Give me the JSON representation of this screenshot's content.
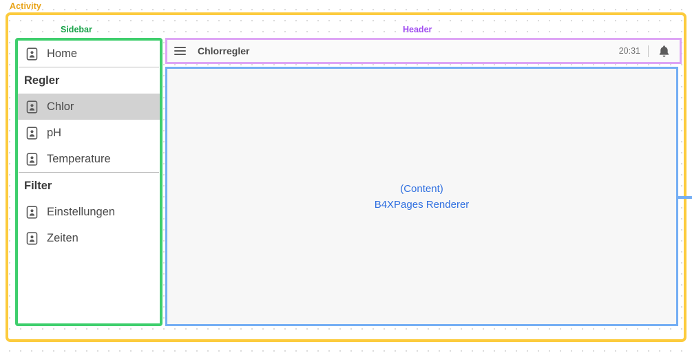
{
  "annotations": {
    "activity": {
      "label": "Activity",
      "color": "#e8a317",
      "frame_color": "#fccb3d"
    },
    "sidebar": {
      "label": "Sidebar",
      "color": "#19a349",
      "frame_color": "#3ece6c"
    },
    "header": {
      "label": "Header",
      "color": "#a04cf0",
      "frame_color": "#dda4f5"
    },
    "content": {
      "frame_color": "#74aef4"
    }
  },
  "sidebar": {
    "items": [
      {
        "type": "item",
        "label": "Home",
        "icon": "contact-card-icon",
        "selected": false
      },
      {
        "type": "separator"
      },
      {
        "type": "header",
        "label": "Regler"
      },
      {
        "type": "item",
        "label": "Chlor",
        "icon": "contact-card-icon",
        "selected": true
      },
      {
        "type": "item",
        "label": "pH",
        "icon": "contact-card-icon",
        "selected": false
      },
      {
        "type": "item",
        "label": "Temperature",
        "icon": "contact-card-icon",
        "selected": false
      },
      {
        "type": "separator"
      },
      {
        "type": "header",
        "label": "Filter"
      },
      {
        "type": "item",
        "label": "Einstellungen",
        "icon": "contact-card-icon",
        "selected": false
      },
      {
        "type": "item",
        "label": "Zeiten",
        "icon": "contact-card-icon",
        "selected": false
      }
    ],
    "selected_color": "#d2d2d2"
  },
  "header": {
    "menu_icon": "hamburger-icon",
    "title": "Chlorregler",
    "time": "20:31",
    "notification_icon": "bell-icon"
  },
  "content": {
    "line1": "(Content)",
    "line2": "B4XPages Renderer",
    "text_color": "#2f6fe0"
  }
}
